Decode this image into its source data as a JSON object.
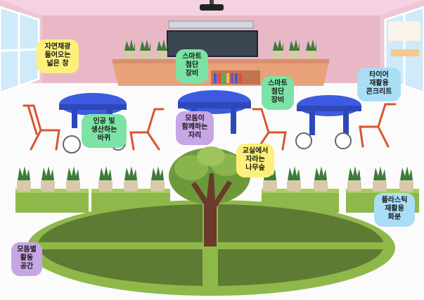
{
  "labels": {
    "natural_light_window": "자연채광\n들어오는\n넓은 창",
    "smart_equipment_1": "스마트\n첨단\n장비",
    "smart_equipment_2": "스마트\n첨단\n장비",
    "tire_concrete": "타이어\n재활용\n콘크리트",
    "artificial_light_wheel": "인공 빛\n생산하는\n바퀴",
    "shared_seating": "모둠이\n함께하는\n자리",
    "classroom_tree": "교실에서\n자라는\n나무숲",
    "plastic_pots": "플라스틱\n재활용\n화분",
    "group_activity_space": "모둠별\n활동\n공간"
  },
  "colors": {
    "ceiling_pink": "#f4d2e2",
    "back_wall_pink": "#e8b8c6",
    "floor_white": "#fbfbfb",
    "table_blue": "#3d5be0",
    "chair_orange": "#d9552e",
    "planter_green": "#8fb84a",
    "pond_green": "#5e7b33",
    "tree_green": "#6c9a3a",
    "trunk_brown": "#6b3a2a",
    "window_blue": "#cfeaf8",
    "yellow_label": "#fdf07a",
    "green_label": "#7de3a4",
    "purple_label": "#c7a6e6",
    "blue_label": "#a9def6"
  }
}
